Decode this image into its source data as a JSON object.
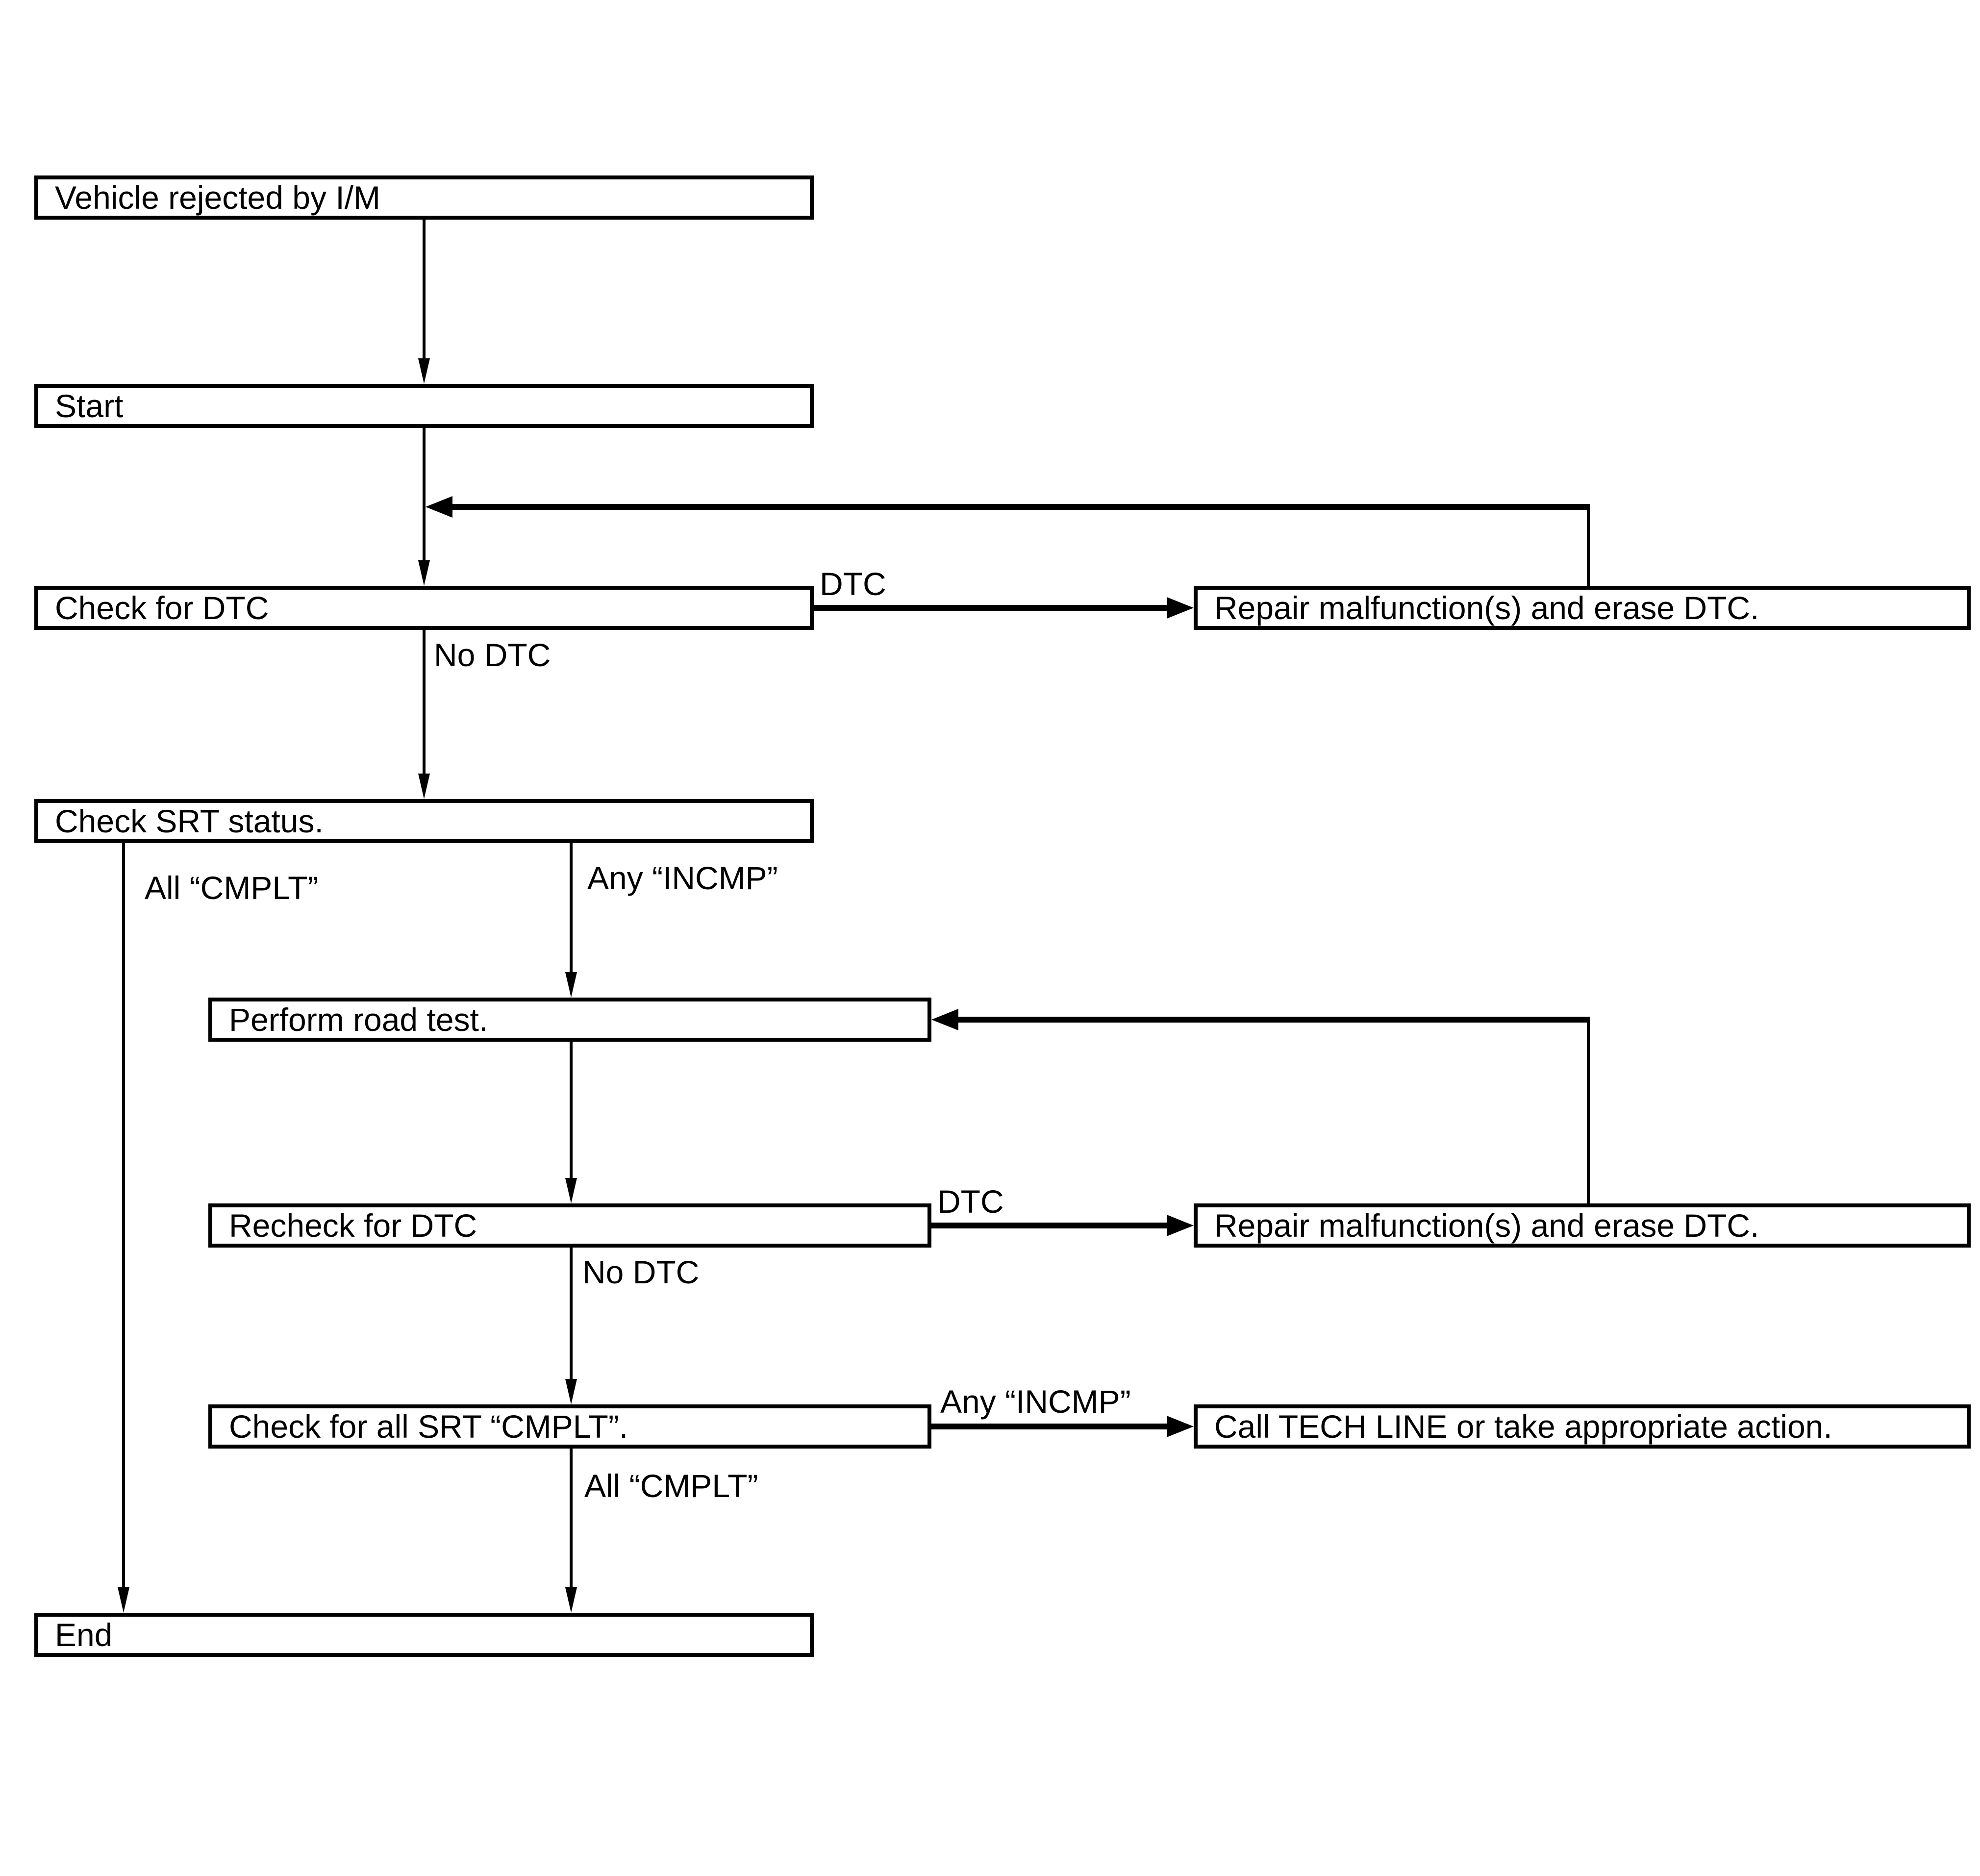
{
  "diagram": {
    "type": "flowchart",
    "background_color": "#ffffff",
    "line_color": "#000000",
    "nodes": {
      "vehicle_rejected": "Vehicle rejected by I/M",
      "start": "Start",
      "check_dtc": "Check for DTC",
      "repair_erase_dtc_1": "Repair malfunction(s) and erase DTC.",
      "check_srt_status": "Check SRT status.",
      "perform_road_test": "Perform road test.",
      "recheck_dtc": "Recheck for DTC",
      "repair_erase_dtc_2": "Repair malfunction(s) and erase DTC.",
      "check_all_srt_cmplt": "Check for all SRT “CMPLT”.",
      "call_tech_line": "Call TECH LINE or take appropriate action.",
      "end": "End"
    },
    "edge_labels": {
      "dtc_1": "DTC",
      "no_dtc_1": "No DTC",
      "all_cmplt_1": "All “CMPLT”",
      "any_incmp_1": "Any “INCMP”",
      "dtc_2": "DTC",
      "no_dtc_2": "No DTC",
      "any_incmp_2": "Any “INCMP”",
      "all_cmplt_2": "All “CMPLT”"
    }
  }
}
